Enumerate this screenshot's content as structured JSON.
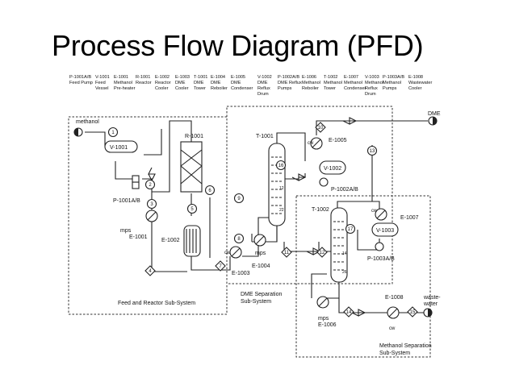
{
  "slide": {
    "title": "Process Flow Diagram (PFD)"
  },
  "legend": [
    {
      "tag": "P-1001A/B",
      "desc": [
        "Feed Pump"
      ]
    },
    {
      "tag": "V-1001",
      "desc": [
        "Feed",
        "Vessel"
      ]
    },
    {
      "tag": "E-1001",
      "desc": [
        "Methanol",
        "Pre-heater"
      ]
    },
    {
      "tag": "R-1001",
      "desc": [
        "Reactor"
      ]
    },
    {
      "tag": "E-1002",
      "desc": [
        "Reactor",
        "Cooler"
      ]
    },
    {
      "tag": "E-1003",
      "desc": [
        "DME",
        "Cooler"
      ]
    },
    {
      "tag": "T-1001",
      "desc": [
        "DME",
        "Tower"
      ]
    },
    {
      "tag": "E-1004",
      "desc": [
        "DME",
        "Reboiler"
      ]
    },
    {
      "tag": "E-1005",
      "desc": [
        "DME",
        "Condenser"
      ]
    },
    {
      "tag": "V-1002",
      "desc": [
        "DME",
        "Reflux",
        "Drum"
      ]
    },
    {
      "tag": "P-1002A/B",
      "desc": [
        "DME Reflux",
        "Pumps"
      ]
    },
    {
      "tag": "E-1006",
      "desc": [
        "Methanol",
        "Reboiler"
      ]
    },
    {
      "tag": "T-1002",
      "desc": [
        "Methanol",
        "Tower"
      ]
    },
    {
      "tag": "E-1007",
      "desc": [
        "Methanol",
        "Condenser"
      ]
    },
    {
      "tag": "V-1003",
      "desc": [
        "Methanol",
        "Reflux",
        "Drum"
      ]
    },
    {
      "tag": "P-1003A/B",
      "desc": [
        "Methanol",
        "Pumps"
      ]
    },
    {
      "tag": "E-1008",
      "desc": [
        "Wastewater",
        "Cooler"
      ]
    }
  ],
  "streams": [
    "1",
    "2",
    "3",
    "4",
    "5",
    "6",
    "7",
    "8",
    "9",
    "10",
    "11",
    "12",
    "13",
    "14",
    "15",
    "16",
    "17"
  ],
  "equipment": {
    "v1001": "V-1001",
    "r1001": "R-1001",
    "p1001": "P-1001A/B",
    "e1001": "E-1001",
    "e1002": "E-1002",
    "e1003": "E-1003",
    "t1001": "T-1001",
    "e1004": "E-1004",
    "e1005": "E-1005",
    "v1002": "V-1002",
    "p1002": "P-1002A/B",
    "t1002": "T-1002",
    "e1006": "E-1006",
    "e1007": "E-1007",
    "v1003": "V-1003",
    "p1003": "P-1003A/B",
    "e1008": "E-1008"
  },
  "utilities": {
    "mps": "mps",
    "cw": "cw",
    "hps": "cw"
  },
  "tray_labels": {
    "t1001_12": "12",
    "t1001_22": "22",
    "t1002_14": "14",
    "t1002_26": "26"
  },
  "boundary_streams": {
    "feed": "methanol",
    "dme": "DME",
    "wastewater": [
      "waste-",
      "water"
    ]
  },
  "subsystems": {
    "feed_reactor": "Feed and Reactor Sub-System",
    "dme_sep": [
      "DME Separation",
      "Sub-System"
    ],
    "meoh_sep": [
      "Methanol Separation",
      "Sub-System"
    ]
  }
}
